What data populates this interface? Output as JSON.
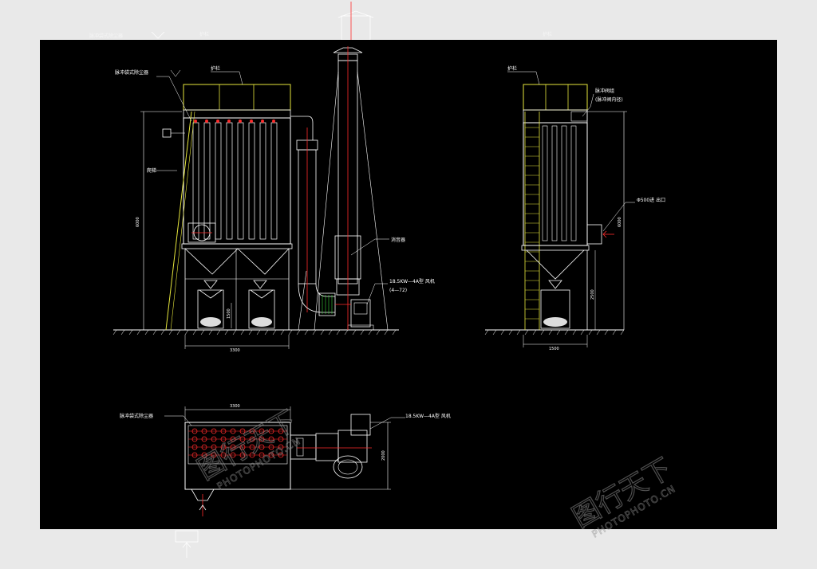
{
  "labels": {
    "dust_collector": "脉冲袋式除尘器",
    "platform_left": "护栏",
    "ladder": "爬梯",
    "chimney_pipe": "消音器",
    "fan": "18.5KW—4A型 风机",
    "fan_sub": "(4—72)",
    "platform_right": "护栏",
    "blowback_valve": "脉冲阀组",
    "blowback_sub": "(脉冲阀内径)",
    "inlet_right": "Φ500进 出口",
    "plan_collector": "脉冲袋式除尘器",
    "plan_fan": "18.5KW—4A型 风机"
  },
  "dimensions": {
    "front_width": "3300",
    "front_height": "6000",
    "front_hopper": "1500",
    "side_width": "1500",
    "side_height": "6000",
    "side_lower": "2500",
    "plan_width": "3300",
    "plan_depth": "2000"
  },
  "outside_labels": {
    "top_left_a": "脉冲袋式除尘器",
    "top_left_b": "护栏",
    "top_right": "护栏"
  },
  "watermark": {
    "cn": "图行天下",
    "en": "PHOTOPHOTO.CN"
  },
  "colors": {
    "background": "#000000",
    "margin": "#e9e9e9",
    "line": "#ffffff",
    "accent_red": "#ff2b2b",
    "accent_yellow": "#e6e63c",
    "accent_green": "#39d23a"
  }
}
